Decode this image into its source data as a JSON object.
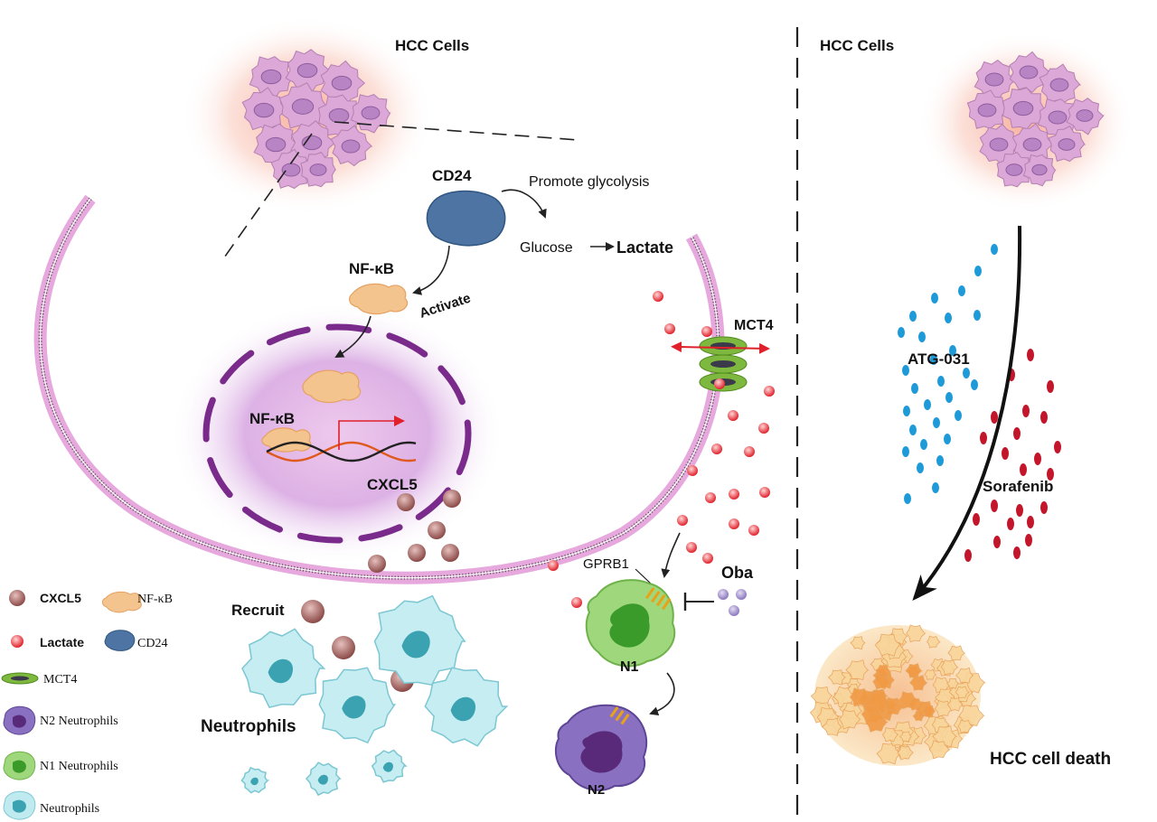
{
  "labels": {
    "hcc_left": "HCC Cells",
    "hcc_right": "HCC Cells",
    "cd24": "CD24",
    "promote_glycolysis": "Promote glycolysis",
    "glucose": "Glucose",
    "lactate": "Lactate",
    "nfkb_top": "NF-κB",
    "activate": "Activate",
    "nfkb_nucleus": "NF-κB",
    "cxcl5": "CXCL5",
    "mct4": "MCT4",
    "gprb1": "GPRB1",
    "oba": "Oba",
    "n1": "N1",
    "n2": "N2",
    "recruit": "Recruit",
    "neutrophils": "Neutrophils",
    "atg031": "ATG-031",
    "sorafenib": "Sorafenib",
    "hcc_death": "HCC cell death"
  },
  "legend": {
    "cxcl5": "CXCL5",
    "nfkb": "NF-κB",
    "lactate": "Lactate",
    "cd24": "CD24",
    "mct4": "MCT4",
    "n2": "N2 Neutrophils",
    "n1": "N1 Neutrophils",
    "neutrophils": "Neutrophils"
  },
  "colors": {
    "hcc_cell": "#d9a3d6",
    "glow": "#f6b4a3",
    "nucleus_glow": "#c88ad6",
    "nucleus_ring": "#7a2a8a",
    "cd24": "#4a73a0",
    "nfkb": "#f2c08a",
    "cxcl5": "#9a5552",
    "lactate": "#e0202a",
    "mct4": "#8bc34a",
    "neutrophil": "#bfeaf0",
    "neutrophil_nucleus": "#3aa2b0",
    "n1": "#8dcf6a",
    "n2": "#8a70c0",
    "atg031": "#1e9ad8",
    "sorafenib": "#c4162a",
    "oba": "#9a88c4",
    "death": "#f4b860"
  }
}
